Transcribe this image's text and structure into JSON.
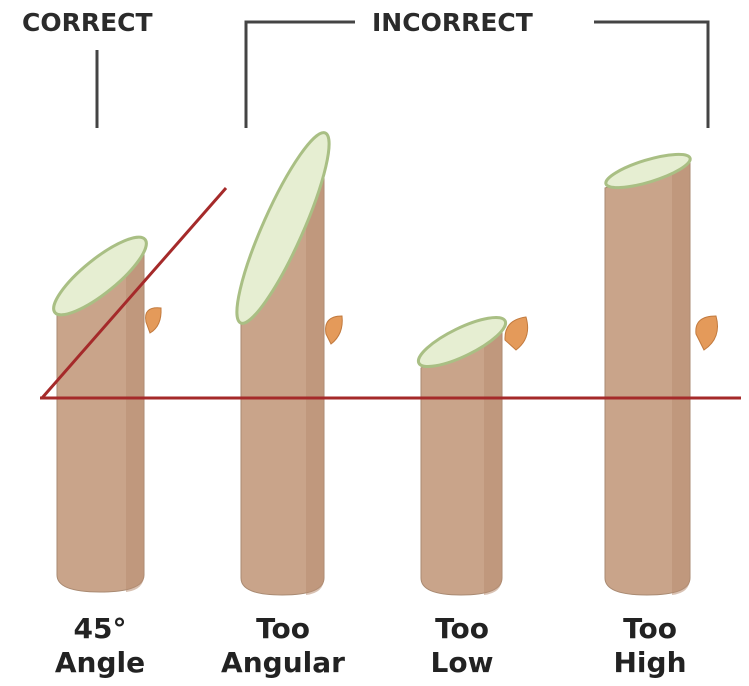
{
  "headers": {
    "correct": "CORRECT",
    "incorrect": "INCORRECT"
  },
  "captions": [
    {
      "line1": "45°",
      "line2": "Angle"
    },
    {
      "line1": "Too",
      "line2": "Angular"
    },
    {
      "line1": "Too",
      "line2": "Low"
    },
    {
      "line1": "Too",
      "line2": "High"
    }
  ],
  "colors": {
    "stem": "#c9a48a",
    "stem_shadow": "#b88e73",
    "cut_face": "#e6eed2",
    "cut_rim": "#a9bf84",
    "bud": "#e49a5a",
    "guide_line": "#a52a2a",
    "bracket": "#444444"
  }
}
